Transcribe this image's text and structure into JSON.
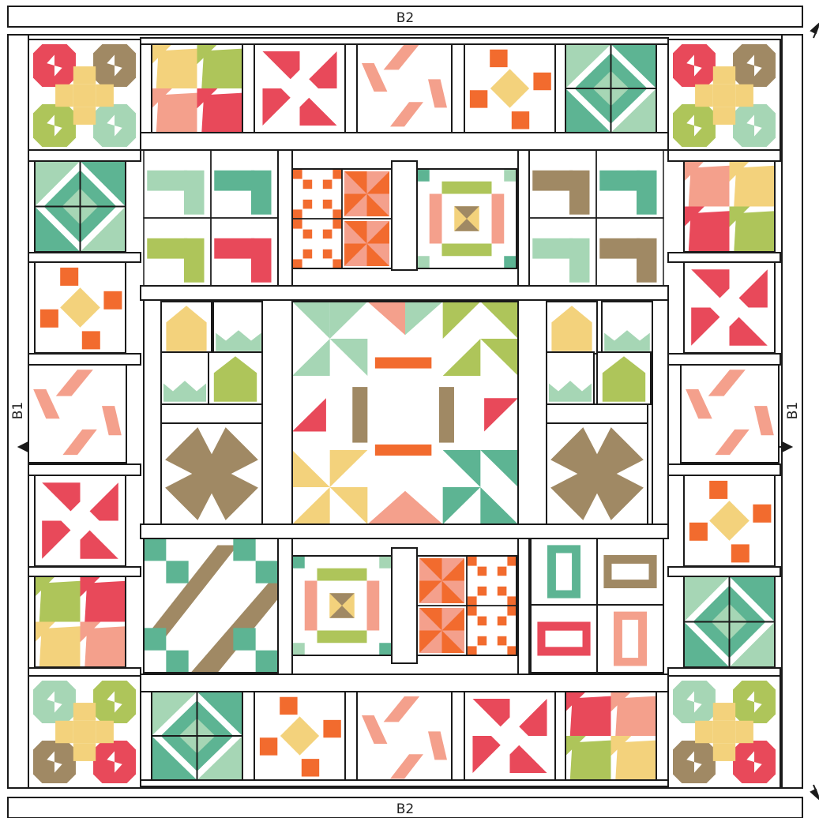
{
  "labels": {
    "top_border": "B2",
    "bottom_border": "B2",
    "left_border": "B1",
    "right_border": "B1"
  },
  "colors": {
    "red": "#e8495a",
    "salmon": "#f4a08c",
    "yellow": "#f3d27c",
    "green": "#aec55a",
    "mint": "#a6d6b5",
    "teal": "#5db493",
    "orange": "#f26b2e",
    "brown": "#a08964",
    "outline": "#1a1a1a",
    "background": "#ffffff"
  }
}
